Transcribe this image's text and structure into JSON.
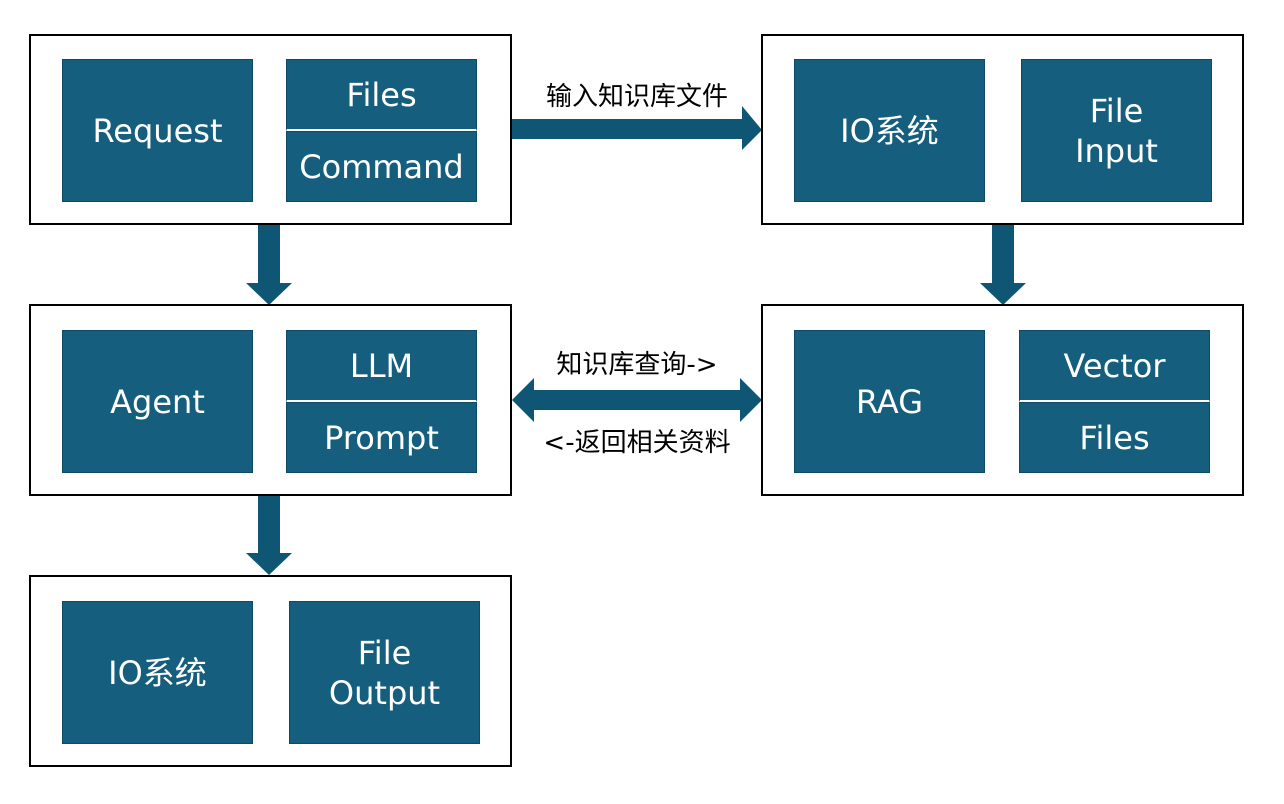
{
  "colors": {
    "block_fill": "#155e7e",
    "arrow_fill": "#0f5674",
    "group_border": "#000000"
  },
  "request_group": {
    "main": "Request",
    "top": "Files",
    "bottom": "Command"
  },
  "io_input_group": {
    "main": "IO系统",
    "side": "File\nInput"
  },
  "agent_group": {
    "main": "Agent",
    "top": "LLM",
    "bottom": "Prompt"
  },
  "rag_group": {
    "main": "RAG",
    "top": "Vector",
    "bottom": "Files"
  },
  "io_output_group": {
    "main": "IO系统",
    "side": "File\nOutput"
  },
  "labels": {
    "input_files": "输入知识库文件",
    "query": "知识库查询->",
    "return": "<-返回相关资料"
  }
}
